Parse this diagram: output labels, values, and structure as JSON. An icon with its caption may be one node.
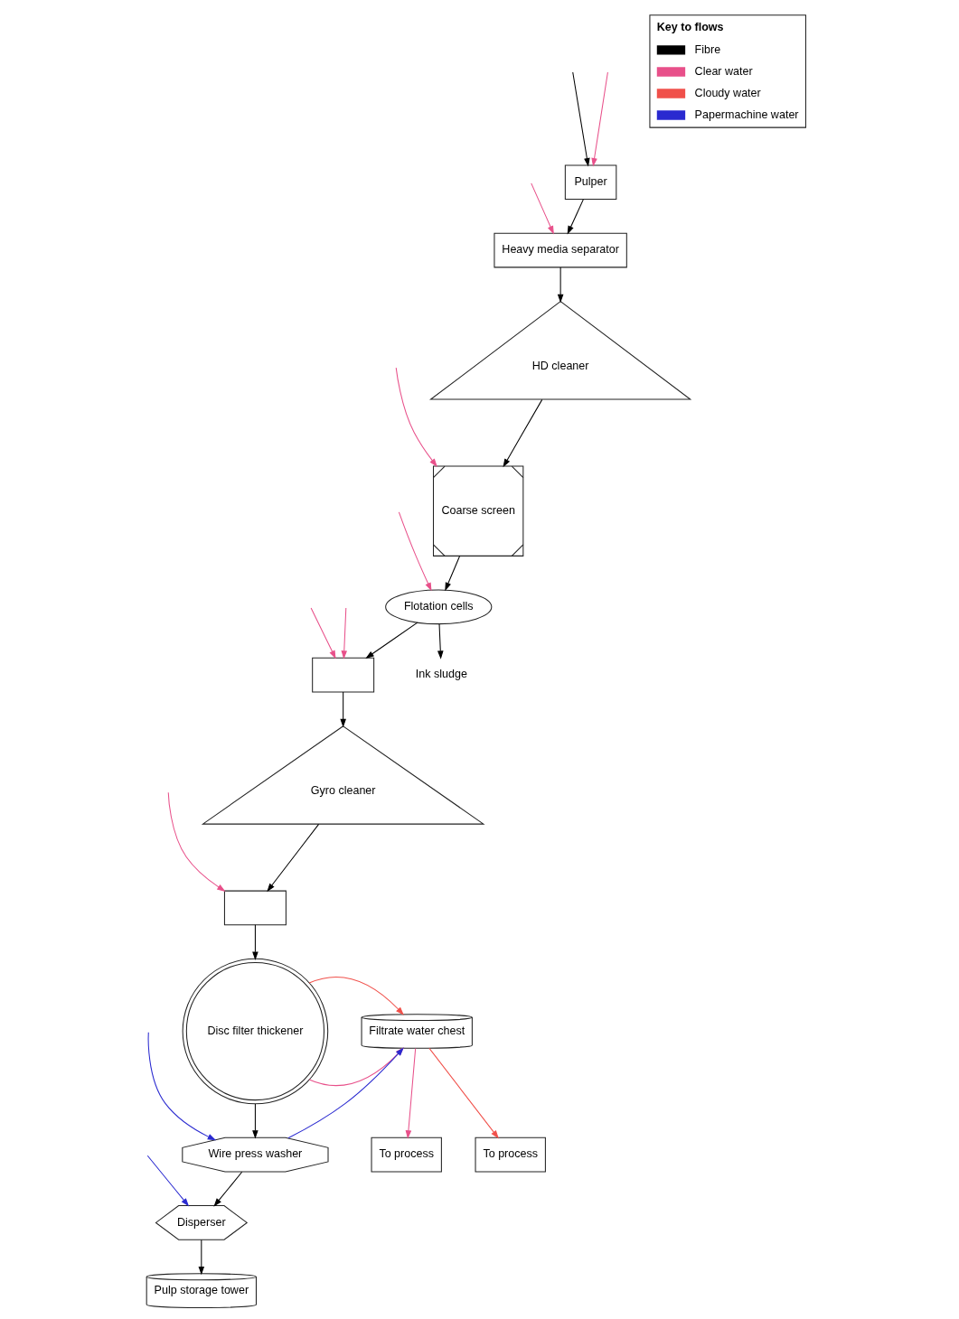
{
  "diagram": {
    "nodes": [
      {
        "text": [
          "Pulper"
        ]
      },
      {
        "text": [
          "Heavy media separator"
        ]
      },
      {
        "text": [
          "HD cleaner"
        ]
      },
      {
        "text": [
          "Coarse screen"
        ]
      },
      {
        "text": [
          "Flotation cells"
        ]
      },
      {
        "text": [
          "Ink sludge"
        ]
      },
      {
        "text": [],
        "shape": "box"
      },
      {
        "text": [
          "Gyro cleaner"
        ]
      },
      {
        "text": [],
        "shape": "box"
      },
      {
        "text": [
          "Disc filter thickener"
        ]
      },
      {
        "text": [
          "Wire press washer"
        ]
      },
      {
        "text": [
          "Disperser"
        ]
      },
      {
        "text": [
          "Pulp storage tower"
        ]
      },
      {
        "text": [
          "Filtrate water chest"
        ]
      },
      {
        "text": [
          "To process"
        ]
      },
      {
        "text": [
          "To process"
        ]
      }
    ],
    "edges": [
      {
        "from": null,
        "to": 0,
        "arrow": "to"
      },
      {
        "from": null,
        "to": 0,
        "arrow": "to",
        "color": "#e8508a"
      },
      {
        "from": 0,
        "to": 1,
        "arrow": "to"
      },
      {
        "from": null,
        "to": 1,
        "arrow": "to",
        "color": "#e8508a"
      },
      {
        "from": 1,
        "to": 2,
        "arrow": "to"
      },
      {
        "from": 2,
        "to": 3,
        "arrow": "to"
      },
      {
        "from": null,
        "to": 3,
        "arrow": "to",
        "color": "#e8508a"
      },
      {
        "from": 3,
        "to": 4,
        "arrow": "to"
      },
      {
        "from": null,
        "to": 4,
        "arrow": "to",
        "color": "#e8508a"
      },
      {
        "from": 4,
        "to": 5,
        "arrow": "to"
      },
      {
        "from": 4,
        "to": 6,
        "arrow": "to"
      },
      {
        "from": null,
        "to": 6,
        "arrow": "to",
        "color": "#e8508a"
      },
      {
        "from": null,
        "to": 6,
        "arrow": "to",
        "color": "#e8508a"
      },
      {
        "from": 6,
        "to": 7,
        "arrow": "to"
      },
      {
        "from": 7,
        "to": 8,
        "arrow": "to"
      },
      {
        "from": null,
        "to": 8,
        "arrow": "to",
        "color": "#e8508a"
      },
      {
        "from": 8,
        "to": 9,
        "arrow": "to"
      },
      {
        "from": 9,
        "to": 13,
        "arrow": "to",
        "color": "#e8508a"
      },
      {
        "from": 9,
        "to": 13,
        "arrow": "to",
        "color": "#f0504a"
      },
      {
        "from": 9,
        "to": 10,
        "arrow": "to"
      },
      {
        "from": 10,
        "to": 13,
        "arrow": "to",
        "color": "#2a2ad0"
      },
      {
        "from": 13,
        "to": 14,
        "arrow": "to",
        "color": "#e8508a"
      },
      {
        "from": 13,
        "to": 15,
        "arrow": "to",
        "color": "#f0504a"
      },
      {
        "from": null,
        "to": 10,
        "arrow": "to",
        "color": "#2a2ad0"
      },
      {
        "from": null,
        "to": 11,
        "arrow": "to",
        "color": "#2a2ad0"
      },
      {
        "from": 10,
        "to": 11,
        "arrow": "to"
      },
      {
        "from": 11,
        "to": 12,
        "arrow": "to"
      }
    ],
    "labels": [
      "Key to flows"
    ],
    "legend": [
      {
        "text": "Fibre",
        "color": "#000000"
      },
      {
        "text": "Clear water",
        "color": "#e8508a"
      },
      {
        "text": "Cloudy water",
        "color": "#f0504a"
      },
      {
        "text": "Papermachine water",
        "color": "#2a2ad0"
      }
    ]
  }
}
